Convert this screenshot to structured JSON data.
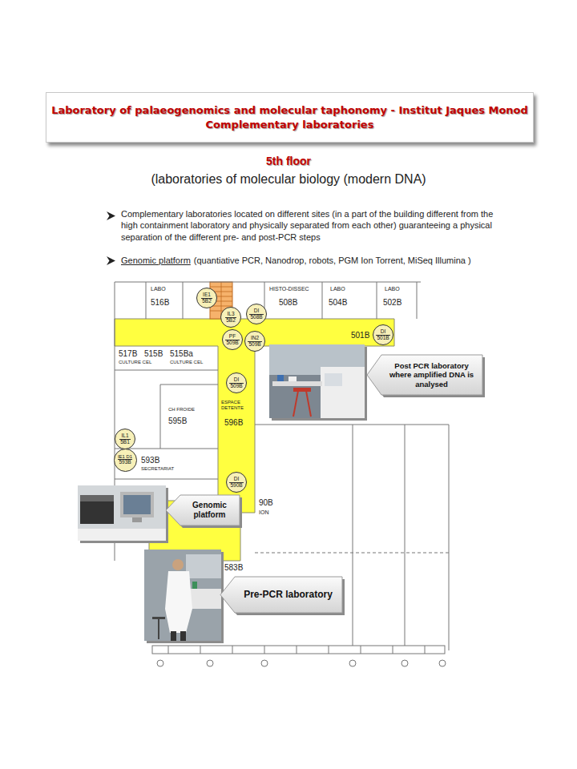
{
  "diagram": {
    "title": "Laboratory of palaeogenomics and molecular taphonomy - Institut Jaques Monod Complementary laboratories",
    "nodes": [
      {
        "text": [
          "IE1",
          "5B2"
        ]
      },
      {
        "text": [
          "DI",
          "508B"
        ]
      },
      {
        "text": [
          "IL3",
          "5B2"
        ]
      },
      {
        "text": [
          "DI",
          "501B"
        ]
      },
      {
        "text": [
          "PF",
          "509B"
        ]
      },
      {
        "text": [
          "IN2",
          "509B"
        ]
      },
      {
        "text": [
          "Post PCR laboratory where amplified DNA is analysed"
        ]
      },
      {
        "text": [
          "DI",
          "509B"
        ]
      },
      {
        "text": [
          "IL1",
          "5B1"
        ]
      },
      {
        "text": [
          "IE1 D1",
          "593B"
        ]
      },
      {
        "text": [
          "DI",
          "590B"
        ]
      },
      {
        "text": [
          "Genomic platform"
        ]
      },
      {
        "text": [
          "Pre-PCR laboratory"
        ]
      }
    ],
    "labels": [
      "5th floor",
      "(laboratories of molecular biology (modern DNA)",
      "Complementary laboratories located on different sites (in a part of the building different from the high containment laboratory and physically separated from each other) guaranteeing a physical separation of the different pre- and post-PCR steps",
      "Genomic platform",
      "(quantiative PCR, Nanodrop, robots, PGM Ion Torrent, MiSeq Illumina )",
      "LABO",
      "516B",
      "HISTO-DISSEC",
      "508B",
      "LABO",
      "504B",
      "LABO",
      "502B",
      "517B",
      "515B",
      "515Ba",
      "CULTURE CEL",
      "CULTURE CEL",
      "501B",
      "CH FROIDE",
      "595B",
      "ESPACE DETENTE",
      "596B",
      "593B",
      "SECRETARIAT",
      "90B",
      "ION",
      "583B"
    ]
  }
}
